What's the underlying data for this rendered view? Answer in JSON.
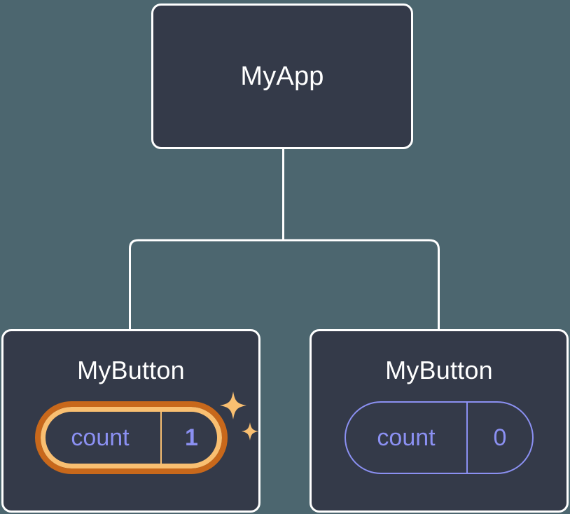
{
  "diagram": {
    "type": "component-tree",
    "background_color": "#4c666f",
    "node_fill_color": "#343a49",
    "node_border_color": "#ffffff",
    "accent_purple": "#8b90f2",
    "accent_orange_dark": "#c8681b",
    "accent_orange_light": "#f9bf71",
    "root": {
      "label": "MyApp"
    },
    "children": [
      {
        "label": "MyButton",
        "state": {
          "key": "count",
          "value": "1",
          "highlighted": true
        }
      },
      {
        "label": "MyButton",
        "state": {
          "key": "count",
          "value": "0",
          "highlighted": false
        }
      }
    ]
  }
}
